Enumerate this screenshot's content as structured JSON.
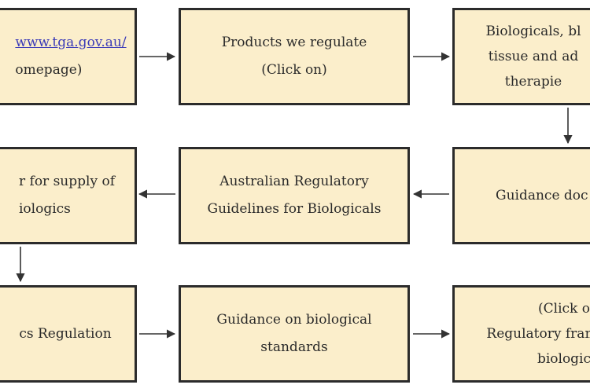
{
  "nodes": {
    "tga_home": {
      "link": "www.tga.gov.au/",
      "line2": "omepage)"
    },
    "products": {
      "line1": "Products we regulate",
      "line2": "(Click on)"
    },
    "biologicals": {
      "line1": "Biologicals, bl",
      "line2": "tissue and ad",
      "line3": "therapie"
    },
    "supply": {
      "line1": "r for supply of",
      "line2": "iologics"
    },
    "argb": {
      "line1": "Australian Regulatory",
      "line2": "Guidelines for Biologicals"
    },
    "guidance_docs": {
      "line1": "Guidance doc"
    },
    "regulation": {
      "line1": "cs Regulation"
    },
    "standards": {
      "line1": "Guidance on biological",
      "line2": "standards"
    },
    "framework": {
      "line1": "(Click o",
      "line2": "Regulatory fram",
      "line3": "biologic"
    }
  },
  "colors": {
    "box_fill": "#fbeecb",
    "box_border": "#2b2b2b",
    "link": "#3a3ab8",
    "arrow": "#333333"
  }
}
